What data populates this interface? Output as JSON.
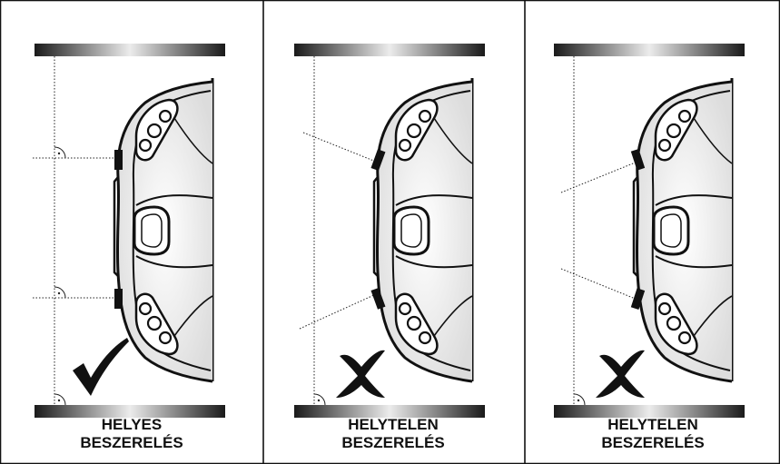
{
  "panels": [
    {
      "caption_line1": "HELYES",
      "caption_line2": "BESZERELÉS",
      "verdict": "check-mark",
      "installation": "correct"
    },
    {
      "caption_line1": "HELYTELEN",
      "caption_line2": "BESZERELÉS",
      "verdict": "cross-mark",
      "installation": "incorrect"
    },
    {
      "caption_line1": "HELYTELEN",
      "caption_line2": "BESZERELÉS",
      "verdict": "cross-mark",
      "installation": "incorrect"
    }
  ],
  "colors": {
    "ink": "#111111",
    "background": "#ffffff"
  }
}
